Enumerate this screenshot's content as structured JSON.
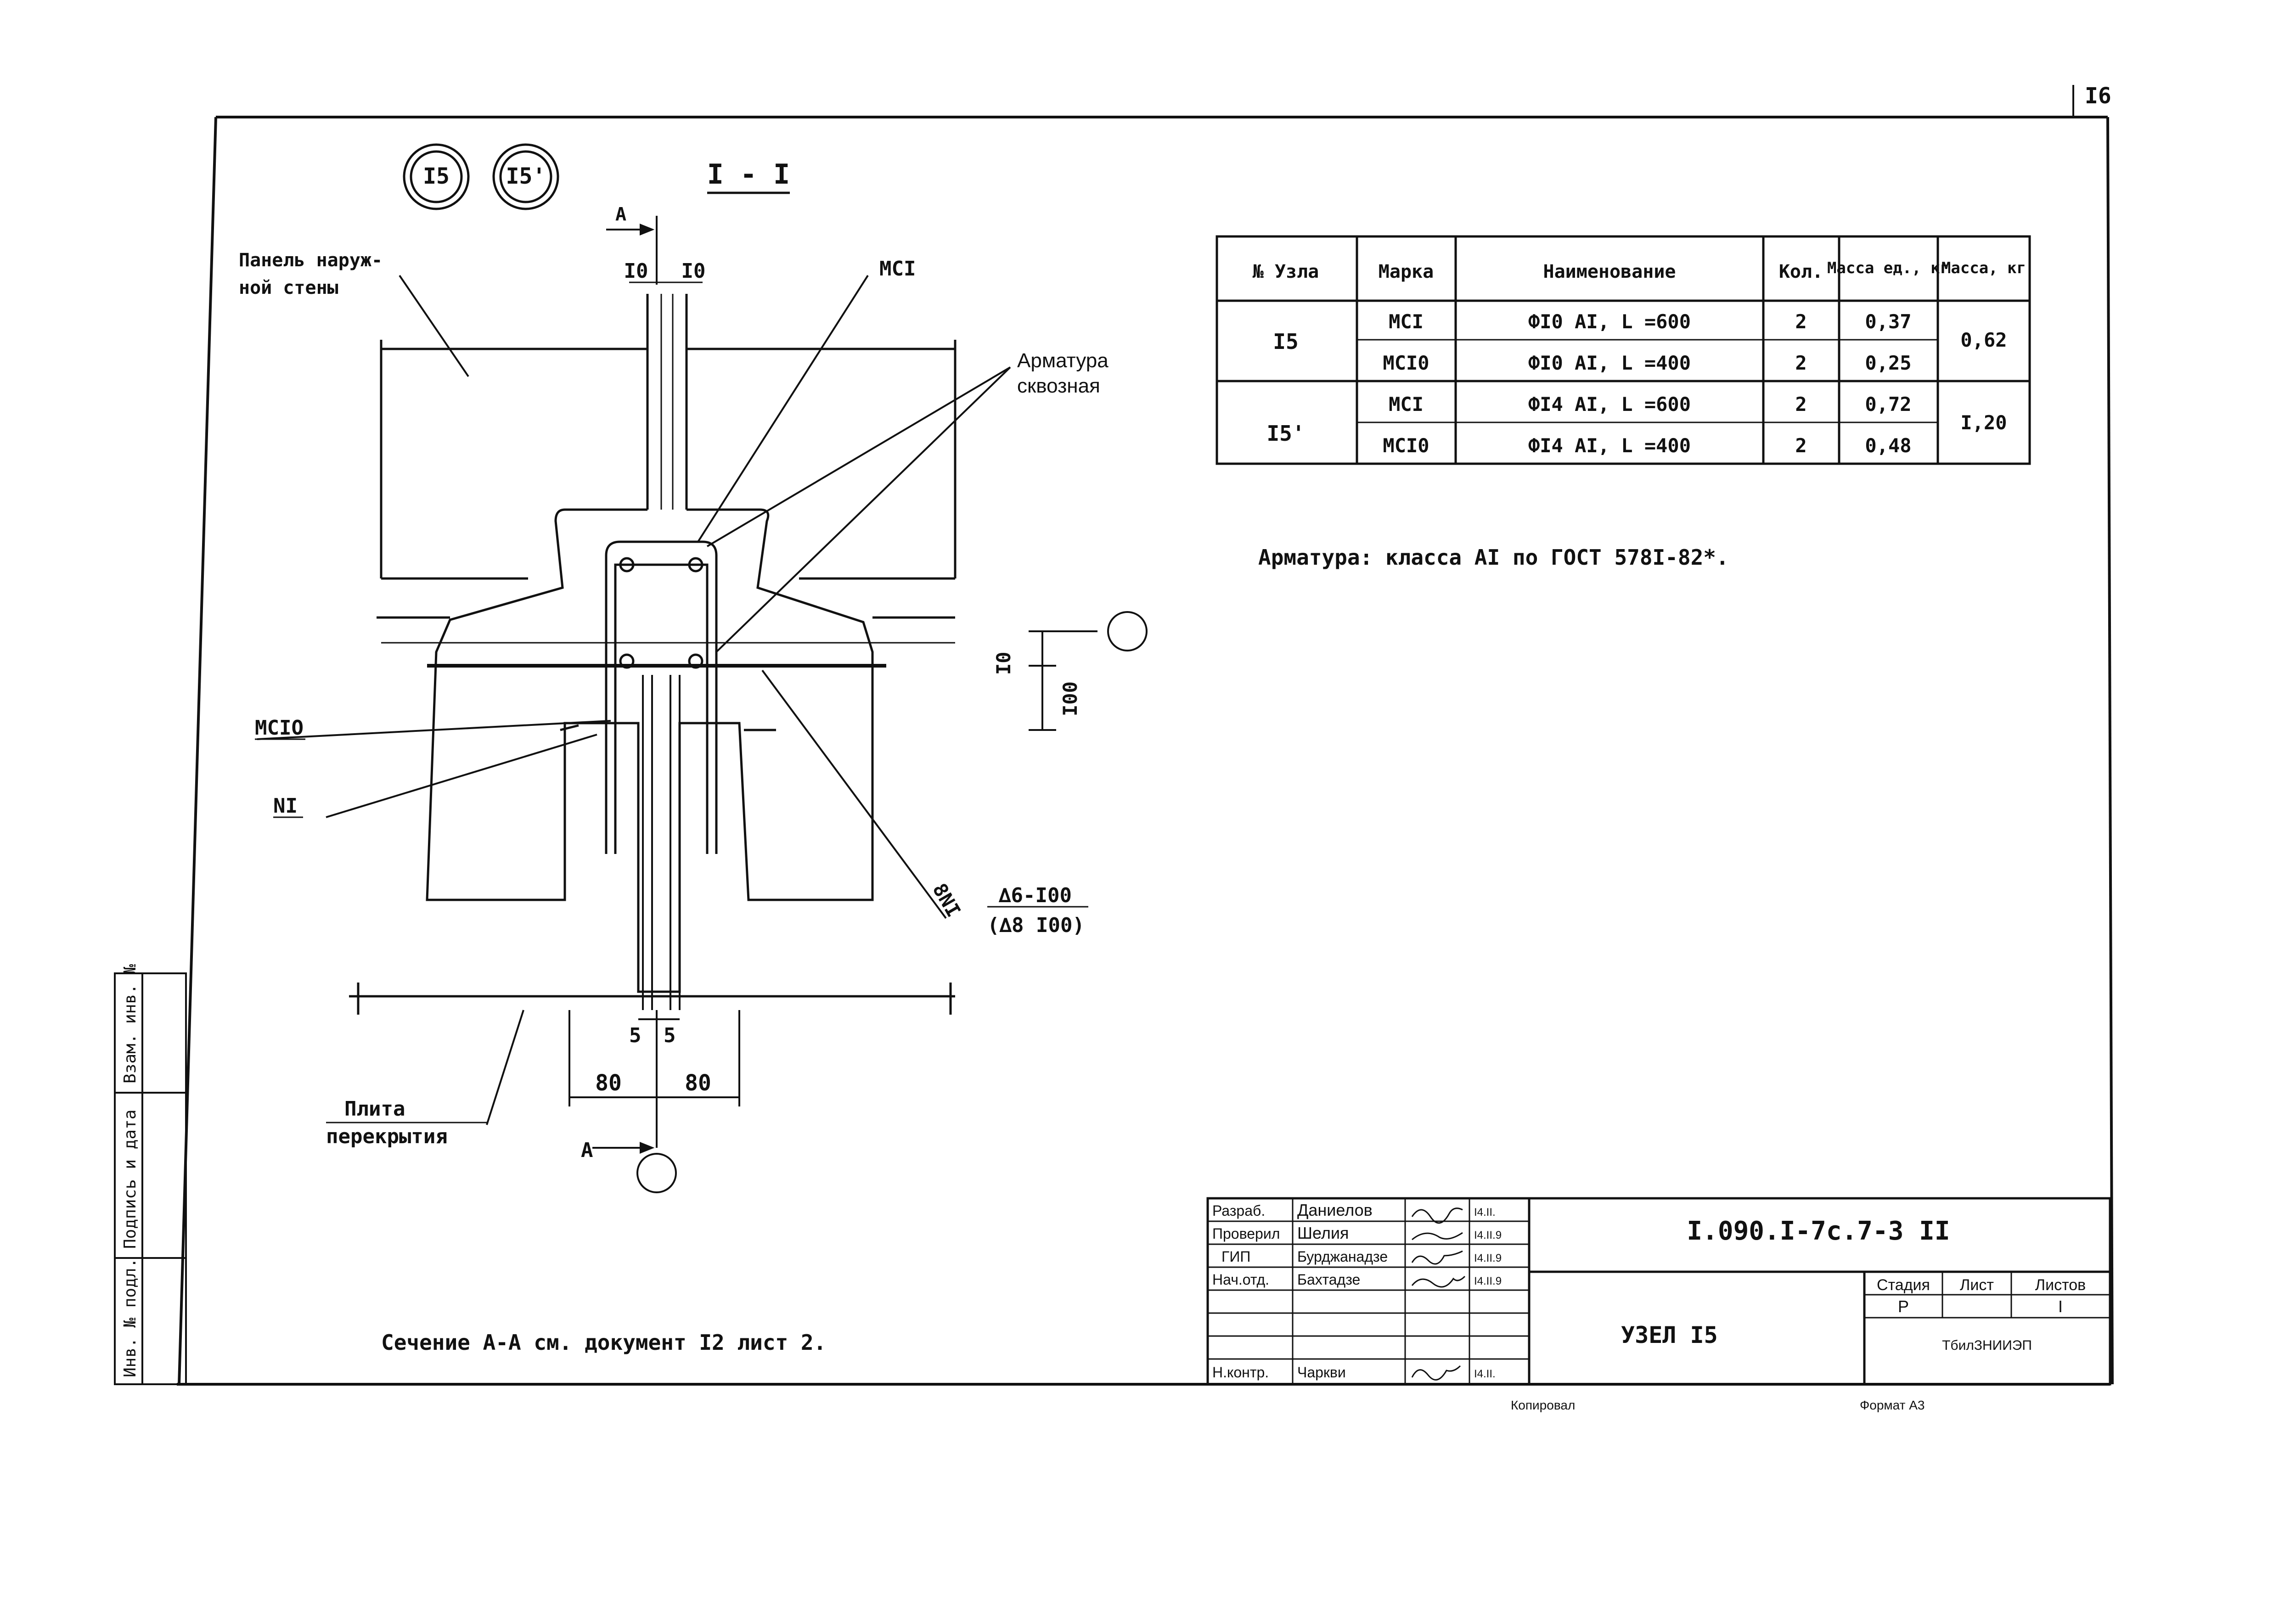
{
  "sheet": {
    "page_number": "I6",
    "format": "Формат А3",
    "copied": "Копировал"
  },
  "drawing": {
    "node_marks": [
      "I5",
      "I5'"
    ],
    "section_title": "I - I",
    "section_arrow_label": "А",
    "labels": {
      "panel_line1": "Панель наруж-",
      "panel_line2": "ной стены",
      "msi": "МСI",
      "armature_line1": "Арматура",
      "armature_line2": "сквозная",
      "msio": "МСIО",
      "ni": "NI",
      "slab_line1": "Плита",
      "slab_line2": "перекрытия",
      "bottom_section_label": "А",
      "rebar_spec": "8NI",
      "rebar_step1": "∆6-I00",
      "rebar_step2": "(∆8 I00)"
    },
    "dimensions": {
      "top_left": "I0",
      "top_right": "I0",
      "small_left": "5",
      "small_right": "5",
      "width_left": "80",
      "width_right": "80",
      "vertical_small": "I0",
      "vertical_large": "I00"
    }
  },
  "spec_table": {
    "headers": [
      "№ Узла",
      "Марка",
      "Наименование",
      "Кол.",
      "Масса ед., кг",
      "Масса, кг"
    ],
    "rows": [
      {
        "node": "I5",
        "mark": "МСI",
        "name": "ФI0 AI, L =600",
        "qty": "2",
        "unit_mass": "0,37",
        "total_mass": "0,62"
      },
      {
        "node": "",
        "mark": "МСI0",
        "name": "ФI0 AI, L =400",
        "qty": "2",
        "unit_mass": "0,25",
        "total_mass": ""
      },
      {
        "node": "I5'",
        "mark": "МСI",
        "name": "ФI4 AI, L =600",
        "qty": "2",
        "unit_mass": "0,72",
        "total_mass": "I,20"
      },
      {
        "node": "",
        "mark": "МСI0",
        "name": "ФI4 AI, L =400",
        "qty": "2",
        "unit_mass": "0,48",
        "total_mass": ""
      }
    ]
  },
  "note_armature": "Арматура: класса AI по ГОСТ 578I-82*.",
  "note_section": "Сечение А-А см. документ I2 лист 2.",
  "side_stamp": [
    "Инв. № подл.",
    "Подпись и дата",
    "Взам. инв. №"
  ],
  "title_block": {
    "document_code": "I.090.I-7с.7-3 II",
    "title": "УЗЕЛ I5",
    "stage_header": "Стадия",
    "sheet_header": "Лист",
    "sheets_header": "Листов",
    "stage": "Р",
    "sheets": "I",
    "organization": "ТбилЗНИИЭП",
    "roles": [
      {
        "role": "Разраб.",
        "name": "Даниелов",
        "date": "I4.II."
      },
      {
        "role": "Проверил",
        "name": "Шелия",
        "date": "I4.II.9"
      },
      {
        "role": "ГИП",
        "name": "Бурджанадзе",
        "date": "I4.II.9"
      },
      {
        "role": "Нач.отд.",
        "name": "Бахтадзе",
        "date": "I4.II.9"
      },
      {
        "role": "",
        "name": "",
        "date": ""
      },
      {
        "role": "",
        "name": "",
        "date": ""
      },
      {
        "role": "",
        "name": "",
        "date": ""
      },
      {
        "role": "Н.контр.",
        "name": "Чаркви",
        "date": "I4.II."
      }
    ]
  }
}
